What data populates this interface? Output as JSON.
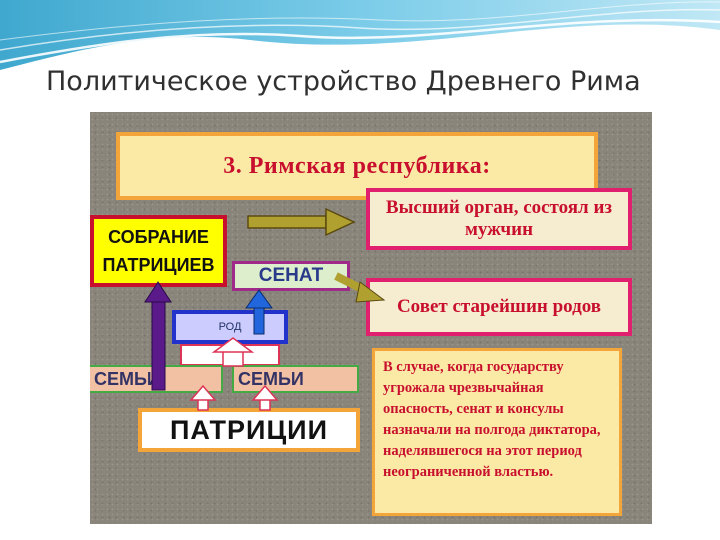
{
  "slide": {
    "title": "Политическое устройство Древнего Рима"
  },
  "diagram": {
    "republic_title": "3. Римская республика:",
    "supreme_organ": "Высший орган, состоял из мужчин",
    "elders_council": "Совет старейшин родов",
    "assembly": "СОБРАНИЕ ПАТРИЦИЕВ",
    "senate": "СЕНАТ",
    "clan": "РОД",
    "family_left": "СЕМЬИ",
    "family_right": "СЕМЬИ",
    "patricians": "ПАТРИЦИИ",
    "dictator_note": "В случае, когда государству угрожала чрезвычайная опасность, сенат и консулы назначали на полгода диктатора, наделявшегося на этот период неограниченной властью."
  },
  "colors": {
    "panel_background": "#8a857b",
    "title_red": "#c8102e",
    "box_yellow": "#fbeaa6",
    "border_orange": "#f3a53a",
    "border_pink": "#e0206e",
    "arrow_olive": "#b0a030",
    "arrow_blue": "#2266dd",
    "arrow_purple": "#5a1a8a"
  }
}
